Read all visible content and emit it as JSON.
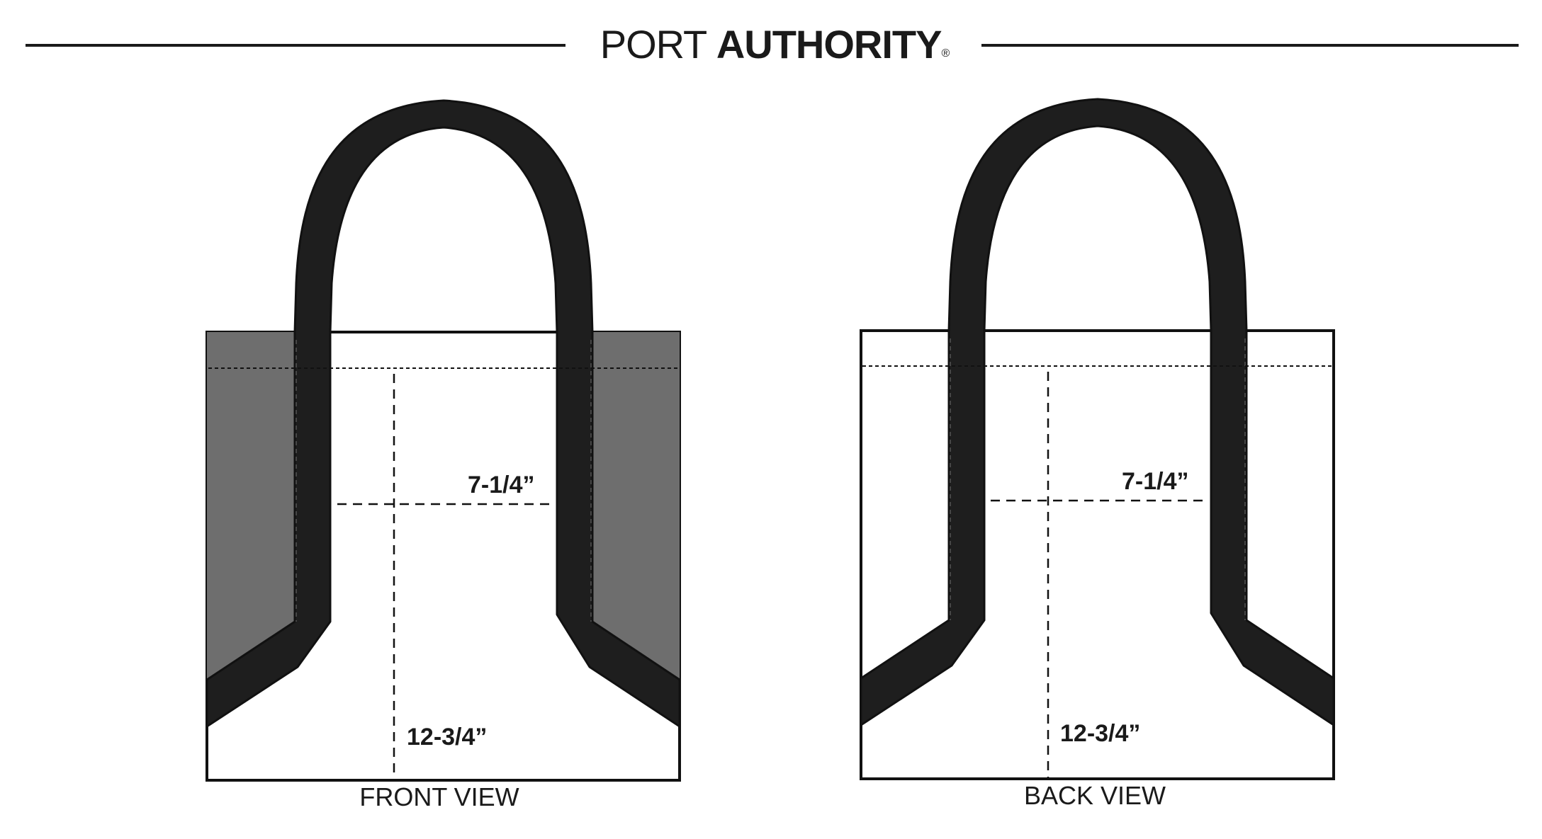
{
  "brand": {
    "name_light": "PORT",
    "name_bold": "AUTHORITY",
    "registered": "®"
  },
  "views": [
    {
      "label": "FRONT VIEW",
      "width_dim": "7-1/4”",
      "height_dim": "12-3/4”",
      "side_panel": "gray"
    },
    {
      "label": "BACK VIEW",
      "width_dim": "7-1/4”",
      "height_dim": "12-3/4”",
      "side_panel": "white"
    }
  ],
  "colors": {
    "strap": "#1e1e1e",
    "side_panel_gray": "#6e6e6e",
    "body": "#ffffff",
    "outline": "#111111"
  }
}
